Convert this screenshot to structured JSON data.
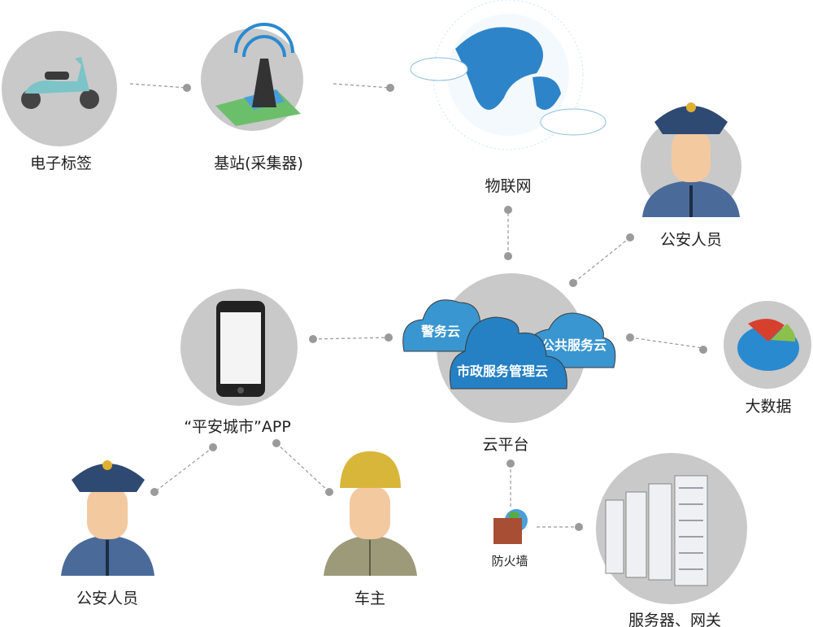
{
  "nodes": {
    "e_tag": "电子标签",
    "base_station": "基站(采集器)",
    "iot": "物联网",
    "police_top": "公安人员",
    "big_data": "大数据",
    "app": "“平安城市”APP",
    "cloud_platform": "云平台",
    "police_bottom": "公安人员",
    "car_owner": "车主",
    "servers": "服务器、网关",
    "firewall": "防火墙"
  },
  "clouds": {
    "police_cloud": "警务云",
    "municipal_cloud": "市政服务管理云",
    "public_cloud": "公共服务云"
  },
  "colors": {
    "circle": "#c9c9c9",
    "cloud_light": "#3a96d0",
    "cloud_dark": "#2580c4",
    "uniform": "#4a6a9a",
    "owner_shirt": "#9c9a78",
    "helmet": "#d8b63a"
  }
}
